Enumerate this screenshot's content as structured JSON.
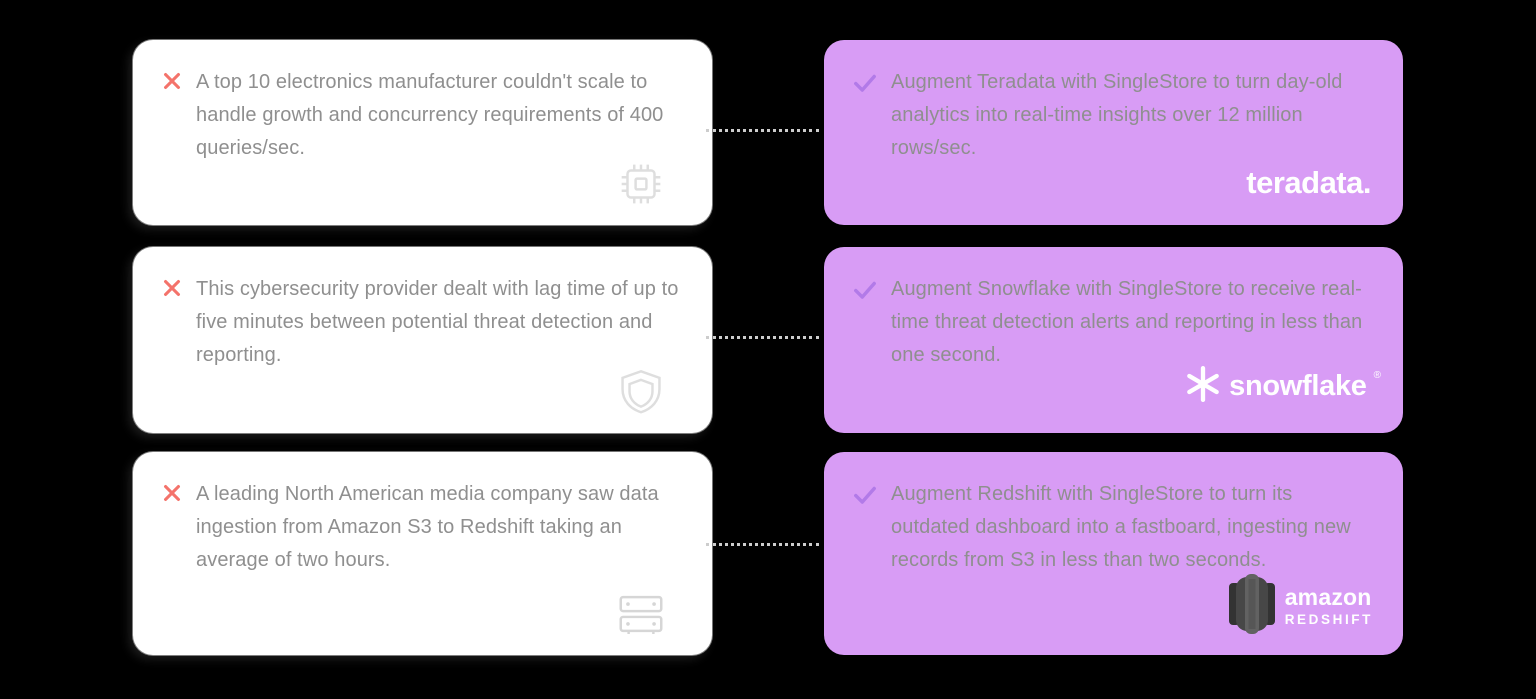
{
  "colors": {
    "background": "#000000",
    "problem_card_bg": "#ffffff",
    "solution_card_bg": "#d89cf5",
    "body_text": "#8f8f8f",
    "x_icon": "#f4736b",
    "check_icon": "#b27ae8",
    "connector_dots": "#cdcdcd",
    "logo_text": "#ffffff",
    "redshift_icon": "#3a3a3a"
  },
  "rows": [
    {
      "problem": {
        "text": "A top 10 electronics manufacturer couldn't scale to handle growth and concurrency requirements of 400 queries/sec.",
        "icon": "cpu-chip-icon"
      },
      "solution": {
        "text": "Augment Teradata with SingleStore to turn day-old analytics into real-time insights over 12 million rows/sec.",
        "logo": {
          "name": "teradata",
          "wordmark": "teradata."
        }
      }
    },
    {
      "problem": {
        "text": "This cybersecurity provider dealt with lag time of up to five minutes between potential threat detection and reporting.",
        "icon": "shield-icon"
      },
      "solution": {
        "text": "Augment Snowflake with SingleStore to receive real-time threat detection alerts and reporting in less than one second.",
        "logo": {
          "name": "snowflake",
          "wordmark": "snowflake",
          "registered_mark": "®"
        }
      }
    },
    {
      "problem": {
        "text": "A leading North American media company saw data ingestion from Amazon S3 to Redshift taking an average of two hours.",
        "icon": "server-rows-icon"
      },
      "solution": {
        "text": "Augment Redshift with SingleStore to turn its outdated dashboard into a fastboard, ingesting new records from S3 in less than two seconds.",
        "logo": {
          "name": "amazon-redshift",
          "wordmark_line1": "amazon",
          "wordmark_line2": "REDSHIFT"
        }
      }
    }
  ]
}
